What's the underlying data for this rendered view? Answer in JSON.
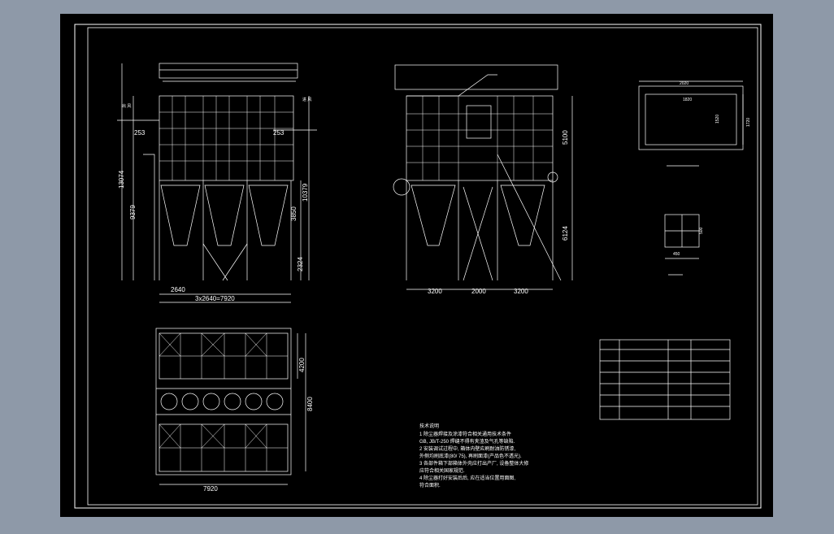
{
  "colors": {
    "outer_bg": "#8e99a8",
    "paper": "#000000",
    "line": "#ffffff",
    "dim": "#ffffff"
  },
  "front_view": {
    "dims": {
      "inlet_left": "253",
      "inlet_right": "253",
      "overall_height": "13074",
      "lower_height": "9379",
      "hopper_height": "3850",
      "side_height": "10379",
      "leg_height": "2324",
      "bay_width": "2640",
      "total_width": "3x2640=7920"
    },
    "labels": {
      "air_in": "出 风",
      "air_out": "进 风"
    }
  },
  "side_view": {
    "dims": {
      "left_bay": "3200",
      "mid_bay": "2000",
      "right_bay": "3200",
      "upper_height": "5100",
      "leg_height": "6124"
    }
  },
  "plan_view": {
    "dims": {
      "upper_depth": "4200",
      "total_depth": "8400",
      "total_width": "7920"
    }
  },
  "detail_a": {
    "dims": {
      "outer_w": "2020",
      "inner_w": "1820",
      "inner_h": "1520",
      "outer_h": "1720"
    }
  },
  "detail_b": {
    "dims": {
      "w": "450",
      "h": "500"
    }
  },
  "notes": {
    "title": "技术说明",
    "lines": [
      "1  除尘器焊接及涂漆符合相关通用技术条件",
      "   GB, JB/T-250 焊缝不得有夹渣及气孔等缺陷.",
      "2  安装调试过程中, 箱体内壁应刷耐油防锈漆,",
      "   外侧均刷底漆(80/ 75), 再刷面漆(产品色不透光).",
      "3  各部件箱下部箱体外壳应打出产厂, 设备整体大修",
      "   应符合相关国家规范.",
      "4  除尘器打好安装后后, 应在适当位置用面图,",
      "   符合面积."
    ]
  }
}
